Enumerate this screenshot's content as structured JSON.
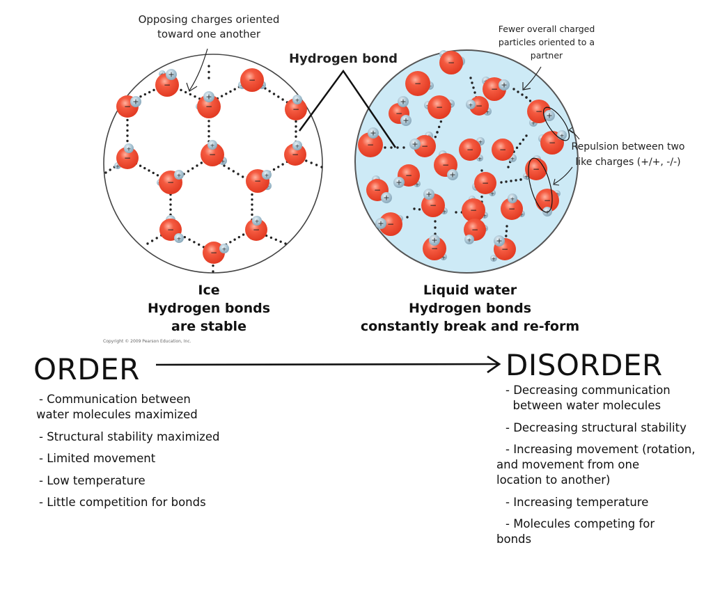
{
  "annotations": {
    "ice_top": [
      "Opposing charges oriented",
      "toward one another"
    ],
    "hydrogen_bond": "Hydrogen bond",
    "liquid_top": [
      "Fewer overall charged",
      "particles oriented to a",
      "partner"
    ],
    "repulsion": [
      "Repulsion between two",
      "like charges (+/+, -/-)"
    ]
  },
  "captions": {
    "ice": [
      "Ice",
      "Hydrogen bonds",
      "are stable"
    ],
    "liquid": [
      "Liquid water",
      "Hydrogen bonds",
      "constantly break and re-form"
    ]
  },
  "copyright": "Copyright © 2009 Pearson Education, Inc.",
  "order": {
    "title": "ORDER",
    "items": [
      [
        " - Communication between",
        "water molecules maximized"
      ],
      [
        " - Structural stability maximized"
      ],
      [
        " - Limited movement"
      ],
      [
        " - Low temperature"
      ],
      [
        " - Little competition for bonds"
      ]
    ]
  },
  "disorder": {
    "title": "DISORDER",
    "items": [
      [
        "- Decreasing communication",
        "  between water molecules"
      ],
      [
        "- Decreasing structural stability"
      ],
      [
        "- Increasing movement (rotation,",
        "and movement from one",
        "location to another)"
      ],
      [
        "- Increasing temperature"
      ],
      [
        "- Molecules competing for",
        "bonds"
      ]
    ]
  },
  "colors": {
    "oxygen": "#f0533a",
    "hydrogen": "#a9c4d3",
    "liquid_bg": "#cdeaf6",
    "outline": "#444444",
    "text": "#111111"
  },
  "charges": {
    "oxygen": "−",
    "hydrogen": "+"
  }
}
